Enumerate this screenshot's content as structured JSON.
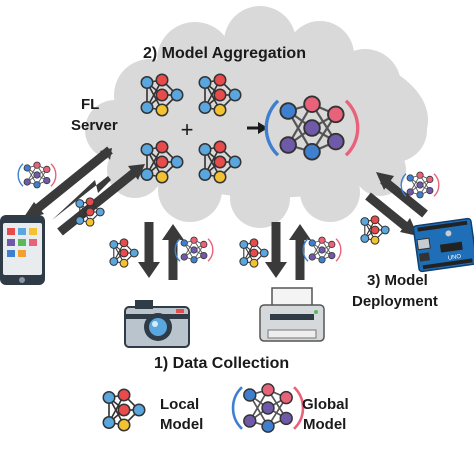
{
  "labels": {
    "aggregation": "2) Model Aggregation",
    "fl_server_line1": "FL",
    "fl_server_line2": "Server",
    "deployment_line1": "3) Model",
    "deployment_line2": "Deployment",
    "collection": "1) Data Collection",
    "legend_local_line1": "Local",
    "legend_local_line2": "Model",
    "legend_global_line1": "Global",
    "legend_global_line2": "Model",
    "plus_symbol": "+"
  },
  "icons": {
    "local_model": "local-model-network-icon",
    "global_model": "global-model-network-icon",
    "smartphone": "smartphone-icon",
    "camera": "camera-icon",
    "printer": "printer-icon",
    "microcontroller": "arduino-board-icon",
    "cloud": "cloud-icon"
  },
  "colors": {
    "cloud": "#d9d9d9",
    "arrow": "#3a3a3a",
    "node_red": "#e84b4b",
    "node_blue": "#5aa7e0",
    "node_yellow": "#f2c230",
    "global_purple": "#6e5aa8",
    "global_pink": "#e8627a",
    "global_blue": "#3f7fd0",
    "board_blue": "#1f6fb8"
  }
}
